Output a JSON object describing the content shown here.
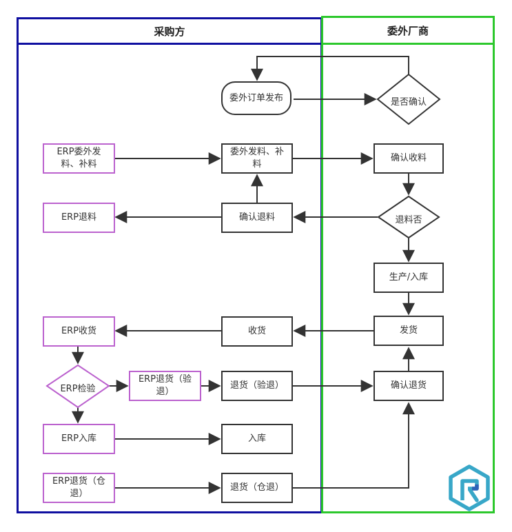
{
  "header": {
    "purchaser": "采购方",
    "vendor": "委外厂商"
  },
  "colors": {
    "purchaser_lane_border": "#0f0fa0",
    "vendor_lane_border": "#2cc82c",
    "erp_node_border": "#bb61ce",
    "flow_node_border": "#333333",
    "connector": "#333333",
    "logo_teal": "#38a7c8",
    "logo_blue": "#2e62b8"
  },
  "nodes": {
    "order_publish": {
      "label": "委外订单发布"
    },
    "confirm_order": {
      "label": "是否确认"
    },
    "erp_issue": {
      "label": "ERP委外发料、补料"
    },
    "issue_material": {
      "label": "委外发料、补料"
    },
    "confirm_receive_mat": {
      "label": "确认收料"
    },
    "return_material_q": {
      "label": "退料否"
    },
    "confirm_return_mat": {
      "label": "确认退料"
    },
    "erp_return_mat": {
      "label": "ERP退料"
    },
    "production": {
      "label": "生产/入库"
    },
    "ship": {
      "label": "发货"
    },
    "receive": {
      "label": "收货"
    },
    "erp_receive": {
      "label": "ERP收货"
    },
    "erp_inspect": {
      "label": "ERP检验"
    },
    "erp_return_inspect": {
      "label": "ERP退货（验退）"
    },
    "return_inspect": {
      "label": "退货（验退）"
    },
    "confirm_return_goods": {
      "label": "确认退货"
    },
    "erp_stockin": {
      "label": "ERP入库"
    },
    "stockin": {
      "label": "入库"
    },
    "erp_return_warehouse": {
      "label": "ERP退货（仓退）"
    },
    "return_warehouse": {
      "label": "退货（仓退）"
    }
  },
  "edges": [
    {
      "from": "order_publish",
      "to": "confirm_order"
    },
    {
      "from": "confirm_order",
      "to": "order_publish"
    },
    {
      "from": "erp_issue",
      "to": "issue_material"
    },
    {
      "from": "issue_material",
      "to": "confirm_receive_mat"
    },
    {
      "from": "confirm_receive_mat",
      "to": "return_material_q"
    },
    {
      "from": "return_material_q",
      "to": "confirm_return_mat"
    },
    {
      "from": "confirm_return_mat",
      "to": "erp_return_mat"
    },
    {
      "from": "confirm_return_mat",
      "to": "issue_material"
    },
    {
      "from": "return_material_q",
      "to": "production"
    },
    {
      "from": "production",
      "to": "ship"
    },
    {
      "from": "ship",
      "to": "receive"
    },
    {
      "from": "receive",
      "to": "erp_receive"
    },
    {
      "from": "erp_receive",
      "to": "erp_inspect"
    },
    {
      "from": "erp_inspect",
      "to": "erp_return_inspect"
    },
    {
      "from": "erp_return_inspect",
      "to": "return_inspect"
    },
    {
      "from": "return_inspect",
      "to": "confirm_return_goods"
    },
    {
      "from": "confirm_return_goods",
      "to": "ship"
    },
    {
      "from": "erp_inspect",
      "to": "erp_stockin"
    },
    {
      "from": "erp_stockin",
      "to": "stockin"
    },
    {
      "from": "erp_return_warehouse",
      "to": "return_warehouse"
    },
    {
      "from": "return_warehouse",
      "to": "confirm_return_goods"
    }
  ],
  "icons": {
    "logo": "hexagon-r-logo"
  }
}
